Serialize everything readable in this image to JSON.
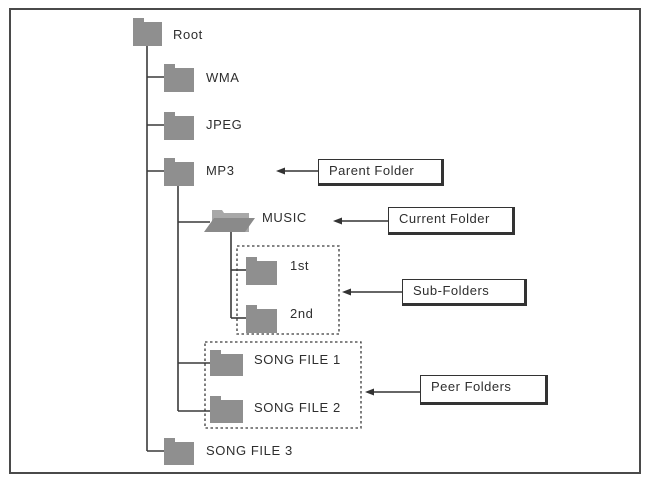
{
  "folders": {
    "root": "Root",
    "wma": "WMA",
    "jpeg": "JPEG",
    "mp3": "MP3",
    "music": "MUSIC",
    "first": "1st",
    "second": "2nd",
    "song_file_1": "SONG FILE 1",
    "song_file_2": "SONG FILE 2",
    "song_file_3": "SONG FILE 3"
  },
  "callouts": {
    "parent_folder": "Parent Folder",
    "current_folder": "Current Folder",
    "sub_folders": "Sub-Folders",
    "peer_folders": "Peer Folders"
  },
  "colors": {
    "folder_fill": "#8f8f8f",
    "line": "#3a3a3a",
    "text": "#2e2e2e"
  }
}
